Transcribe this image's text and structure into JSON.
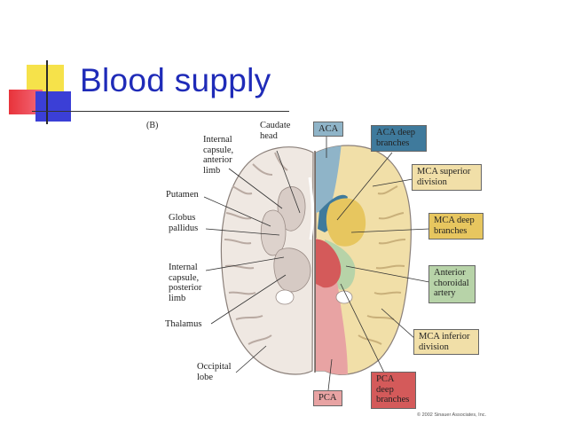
{
  "title": "Blood supply",
  "figure_label": "(B)",
  "left_labels": {
    "caudate_head": "Caudate\nhead",
    "internal_capsule_anterior": "Internal\ncapsule,\nanterior\nlimb",
    "putamen": "Putamen",
    "globus_pallidus": "Globus\npallidus",
    "internal_capsule_posterior": "Internal\ncapsule,\nposterior\nlimb",
    "thalamus": "Thalamus",
    "occipital_lobe": "Occipital\nlobe"
  },
  "territory_boxes": {
    "aca": "ACA",
    "aca_deep": "ACA deep\nbranches",
    "mca_superior": "MCA superior\ndivision",
    "mca_deep": "MCA deep\nbranches",
    "anterior_choroidal": "Anterior\nchoroidal\nartery",
    "mca_inferior": "MCA inferior\ndivision",
    "pca_deep": "PCA\ndeep\nbranches",
    "pca": "PCA"
  },
  "colors": {
    "title": "#1f2bb8",
    "aca": "#8fb4c8",
    "aca_deep": "#3f7a9c",
    "mca": "#f1dfa8",
    "mca_deep": "#e7c65f",
    "anterior_choroidal": "#b7d3a8",
    "pca": "#e8a3a3",
    "pca_deep": "#d45a5a"
  },
  "copyright": "© 2002 Sinauer Associates, Inc."
}
